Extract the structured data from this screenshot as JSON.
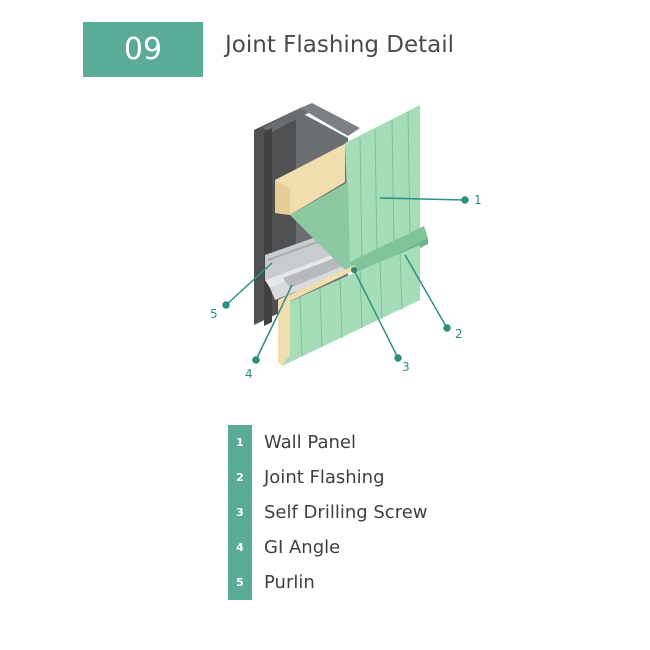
{
  "header": {
    "number": "09",
    "title": "Joint Flashing Detail"
  },
  "callouts": [
    "1",
    "2",
    "3",
    "4",
    "5"
  ],
  "legend": [
    {
      "num": "1",
      "label": "Wall Panel"
    },
    {
      "num": "2",
      "label": "Joint Flashing"
    },
    {
      "num": "3",
      "label": "Self Drilling Screw"
    },
    {
      "num": "4",
      "label": "GI Angle"
    },
    {
      "num": "5",
      "label": "Purlin"
    }
  ],
  "colors": {
    "accent": "#5aab98",
    "panel": "#9fdbb4",
    "insulation": "#f0deae",
    "steel": "#5a5c5e",
    "leader": "#2e8f82"
  },
  "icons": [
    "wall-panel-3d-illustration"
  ]
}
